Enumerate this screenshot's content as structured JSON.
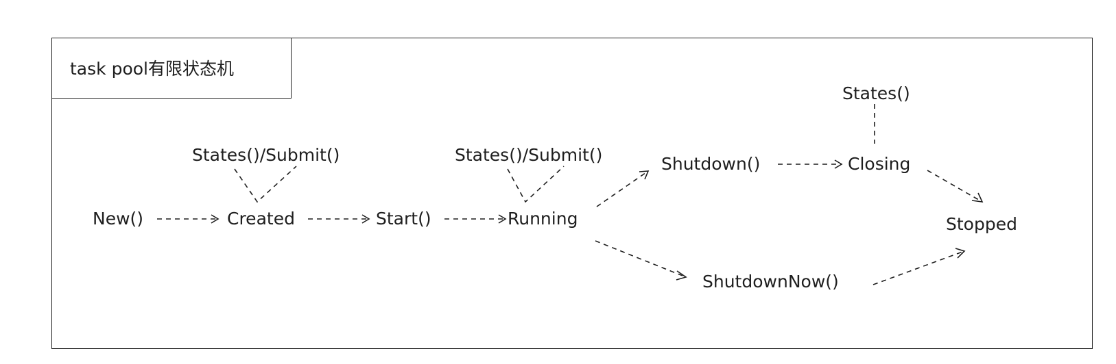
{
  "title": "task pool有限状态机",
  "nodes": {
    "new": "New()",
    "created": "Created",
    "start": "Start()",
    "running": "Running",
    "shutdown": "Shutdown()",
    "closing": "Closing",
    "stopped": "Stopped",
    "shutdown_now": "ShutdownNow()"
  },
  "loops": {
    "created_loop": "States()/Submit()",
    "running_loop": "States()/Submit()",
    "closing_loop": "States()"
  },
  "edges": [
    {
      "from": "new",
      "to": "created"
    },
    {
      "from": "created",
      "to": "start"
    },
    {
      "from": "start",
      "to": "running"
    },
    {
      "from": "running",
      "to": "shutdown"
    },
    {
      "from": "running",
      "to": "shutdown_now"
    },
    {
      "from": "shutdown",
      "to": "closing"
    },
    {
      "from": "closing",
      "to": "stopped"
    },
    {
      "from": "shutdown_now",
      "to": "stopped"
    }
  ]
}
